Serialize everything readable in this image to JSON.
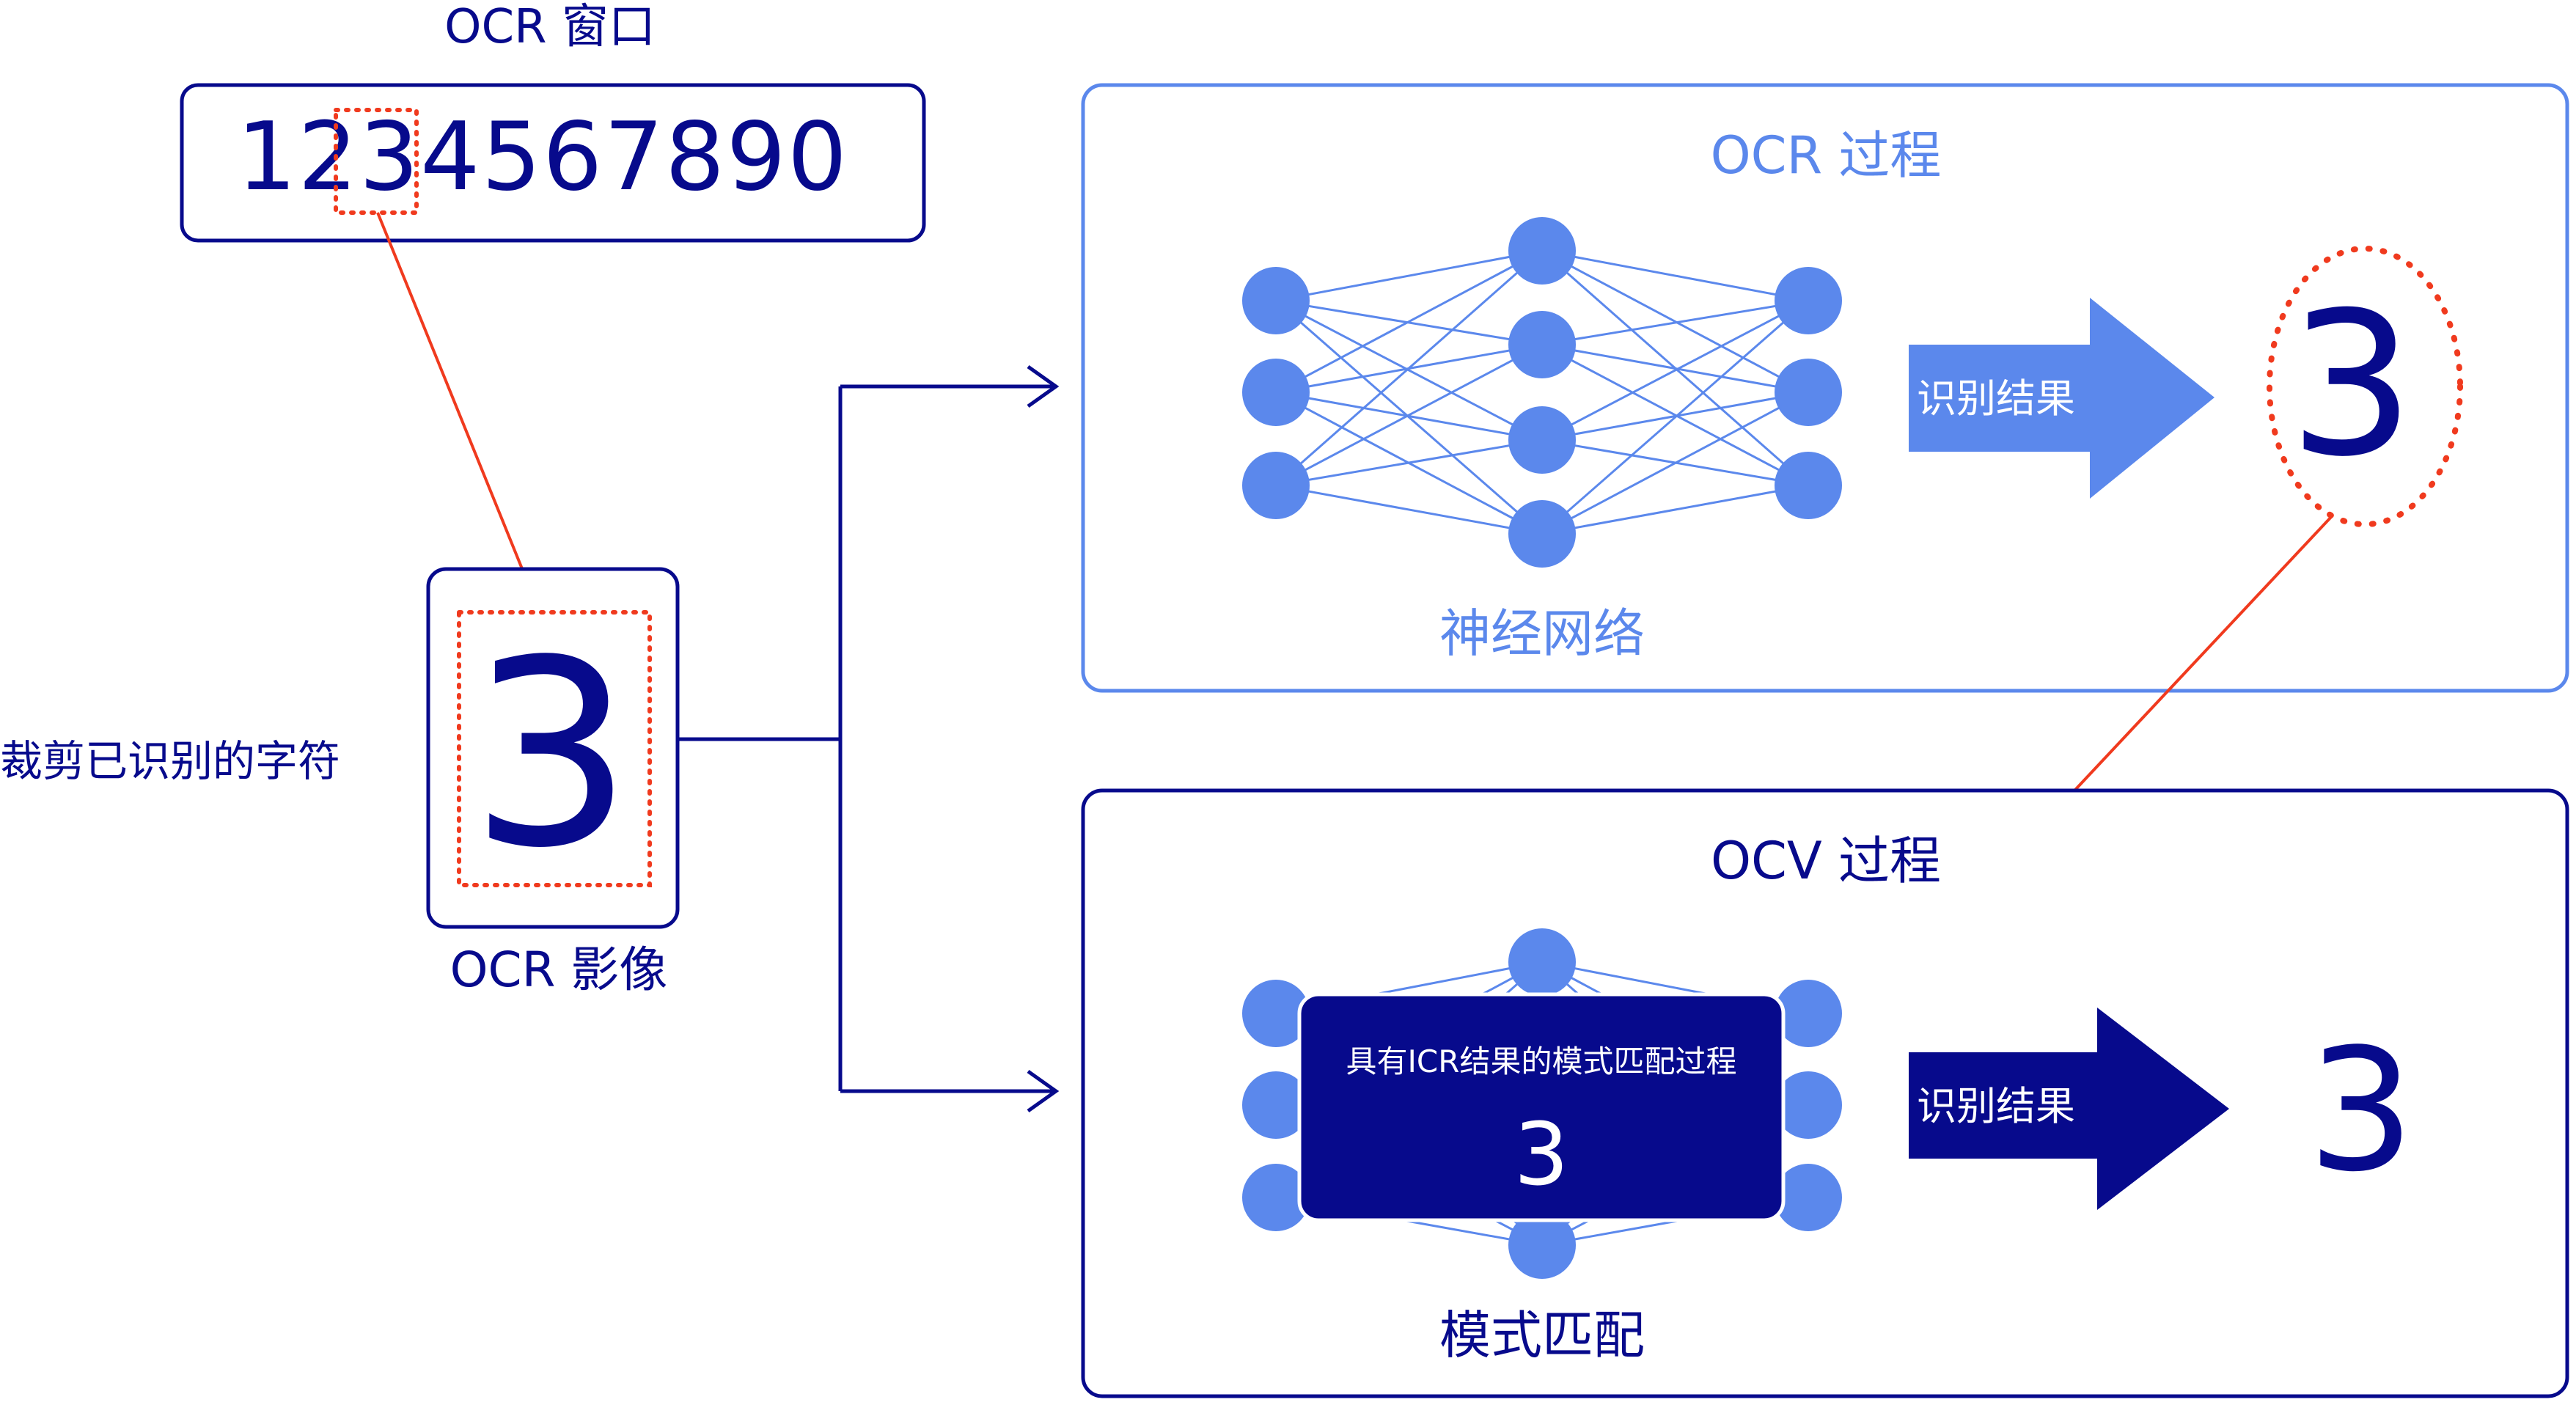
{
  "ocr_window": {
    "title": "OCR 窗口",
    "digits": "1234567890"
  },
  "ocr_image": {
    "caption": "OCR 影像",
    "char": "3",
    "side_label": "裁剪已识别的字符"
  },
  "ocr_process": {
    "title": "OCR 过程",
    "network_label": "神经网络",
    "arrow_label": "识别结果",
    "result": "3"
  },
  "ocv_process": {
    "title": "OCV 过程",
    "network_label": "模式匹配",
    "box_text": "具有ICR结果的模式匹配过程",
    "box_char": "3",
    "arrow_label": "识别结果",
    "result": "3"
  },
  "colors": {
    "navy": "#070a8c",
    "light_blue": "#5b88ec",
    "red": "#f03a1e"
  }
}
